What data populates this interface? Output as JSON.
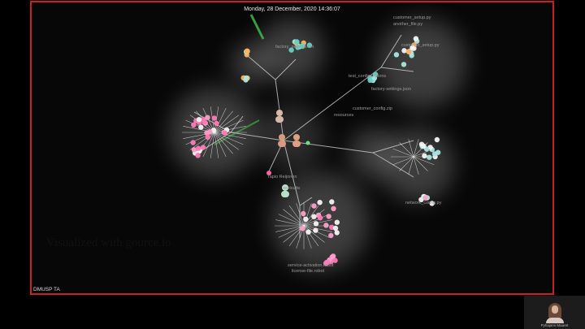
{
  "video": {
    "timestamp": "Monday, 28 December, 2020 14:36:07",
    "caption": "Visualized with gource.io",
    "corner_label": "DMUSP TA"
  },
  "participant": {
    "name": "Pyhajarvi Maaret"
  },
  "file_labels": [
    "customer_setup.py",
    "another_file.py",
    "customer_setup.py",
    "factory-settings.json",
    "customer_config.zip",
    "resources",
    "factory_settings.bin",
    "Tapio Reijonen",
    "testsuite",
    "network_config.py",
    "service-activation.robot",
    "license-file.robot",
    "test_configurations"
  ]
}
